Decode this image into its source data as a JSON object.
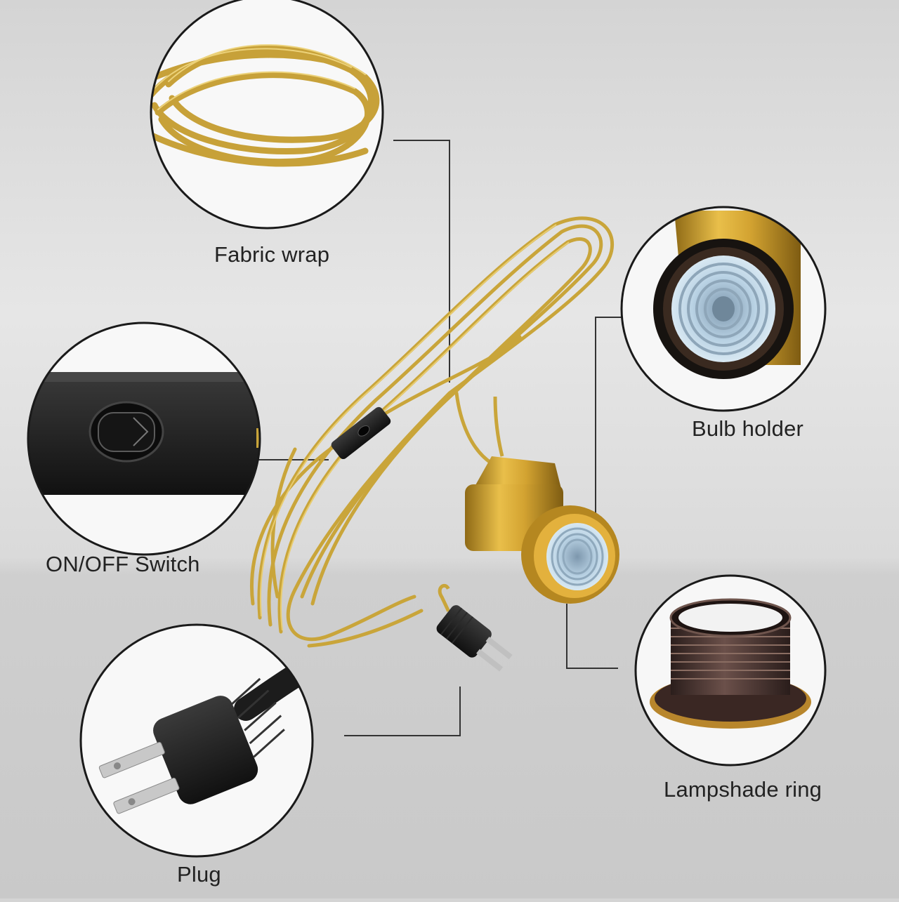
{
  "labels": {
    "fabric_wrap": "Fabric wrap",
    "bulb_holder": "Bulb holder",
    "switch": "ON/OFF Switch",
    "lampshade_ring": "Lampshade ring",
    "plug": "Plug"
  },
  "colors": {
    "cord_gold": "#c9a53a",
    "metal_gold": "#d6a531",
    "socket_blue": "#bcd6e8",
    "switch_black": "#1e1e1e",
    "ring_bronze": "#4a3430",
    "leader_line": "#333333"
  },
  "icons": {
    "callout_shape": "circle-lens",
    "product": "pendant-light-cord-kit"
  }
}
